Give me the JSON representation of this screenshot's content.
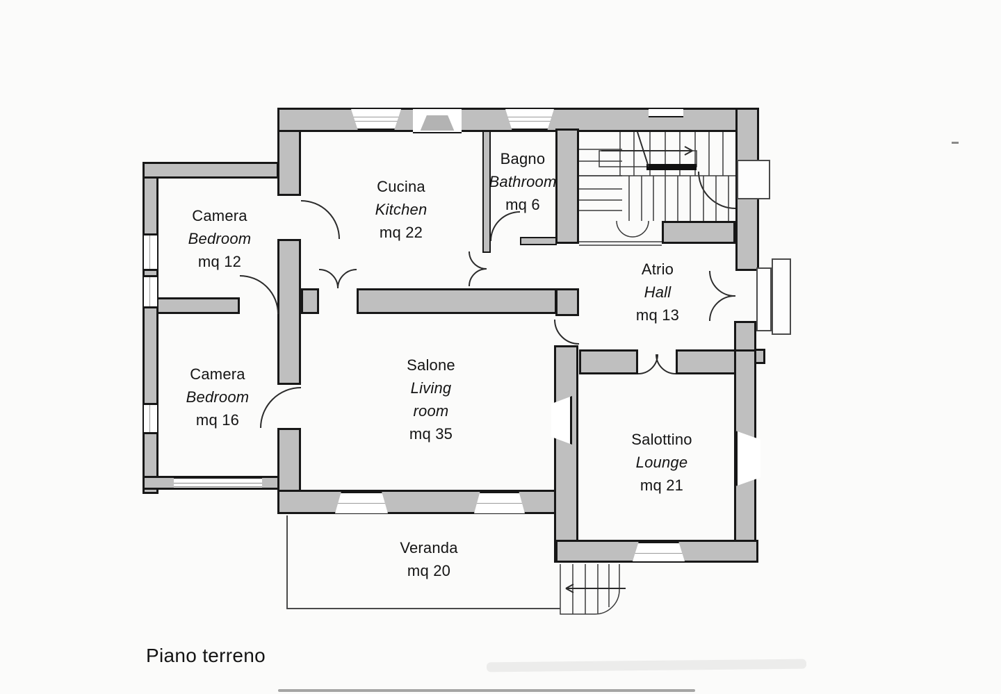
{
  "title": "Piano terreno",
  "rooms": {
    "camera12": {
      "name": "Camera",
      "name_en": "Bedroom",
      "area": "mq 12"
    },
    "cucina": {
      "name": "Cucina",
      "name_en": "Kitchen",
      "area": "mq 22"
    },
    "bagno": {
      "name": "Bagno",
      "name_en": "Bathroom",
      "area": "mq 6"
    },
    "atrio": {
      "name": "Atrio",
      "name_en": "Hall",
      "area": "mq 13"
    },
    "camera16": {
      "name": "Camera",
      "name_en": "Bedroom",
      "area": "mq 16"
    },
    "salone": {
      "name": "Salone",
      "name_en_line1": "Living",
      "name_en_line2": "room",
      "area": "mq 35"
    },
    "salottino": {
      "name": "Salottino",
      "name_en": "Lounge",
      "area": "mq 21"
    },
    "veranda": {
      "name": "Veranda",
      "area": "mq 20"
    }
  },
  "colors": {
    "wall_fill": "#bfbfbf",
    "line": "#171717",
    "background": "#fbfbfa"
  }
}
